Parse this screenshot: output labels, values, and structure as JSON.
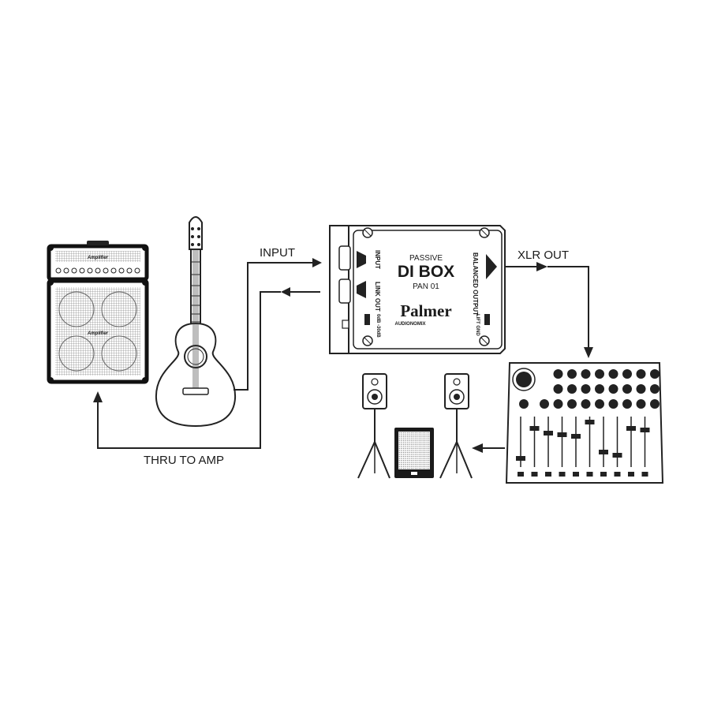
{
  "labels": {
    "input": "INPUT",
    "xlr_out": "XLR OUT",
    "thru_to_amp": "THRU TO AMP"
  },
  "di_box": {
    "passive": "PASSIVE",
    "title": "DI BOX",
    "model": "PAN 01",
    "brand": "Palmer",
    "sub_brand": "AUDIONOMIX",
    "jack_input": "INPUT",
    "jack_link_out": "LINK OUT",
    "balanced_output": "BALANCED OUTPUT",
    "pad_switch": "0dB -30dB",
    "lift_switch": "LIFT GND"
  },
  "amp": {
    "head_logo": "Amplifier",
    "cab_logo": "Amplifier"
  }
}
